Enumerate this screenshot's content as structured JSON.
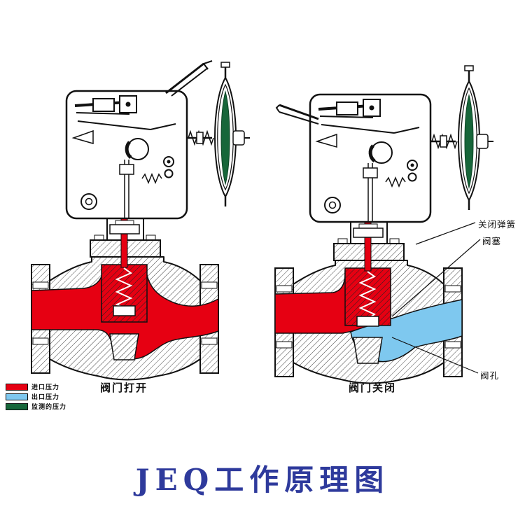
{
  "title": {
    "text": "JEQ工作原理图",
    "color": "#2e3a9c"
  },
  "diagrams": {
    "left": {
      "caption": "阀门打开"
    },
    "right": {
      "caption": "阀门关闭"
    }
  },
  "annotations": {
    "closing_spring": "关闭弹簧",
    "plug": "阀塞",
    "orifice": "阀孔"
  },
  "legend": {
    "items": [
      {
        "label": "进口压力",
        "color": "#e60012"
      },
      {
        "label": "出口压力",
        "color": "#7ec8ef"
      },
      {
        "label": "监测的压力",
        "color": "#17663a"
      }
    ]
  },
  "colors": {
    "inlet": "#e60012",
    "outlet": "#7ec8ef",
    "monitored": "#17663a",
    "line": "#111111"
  }
}
